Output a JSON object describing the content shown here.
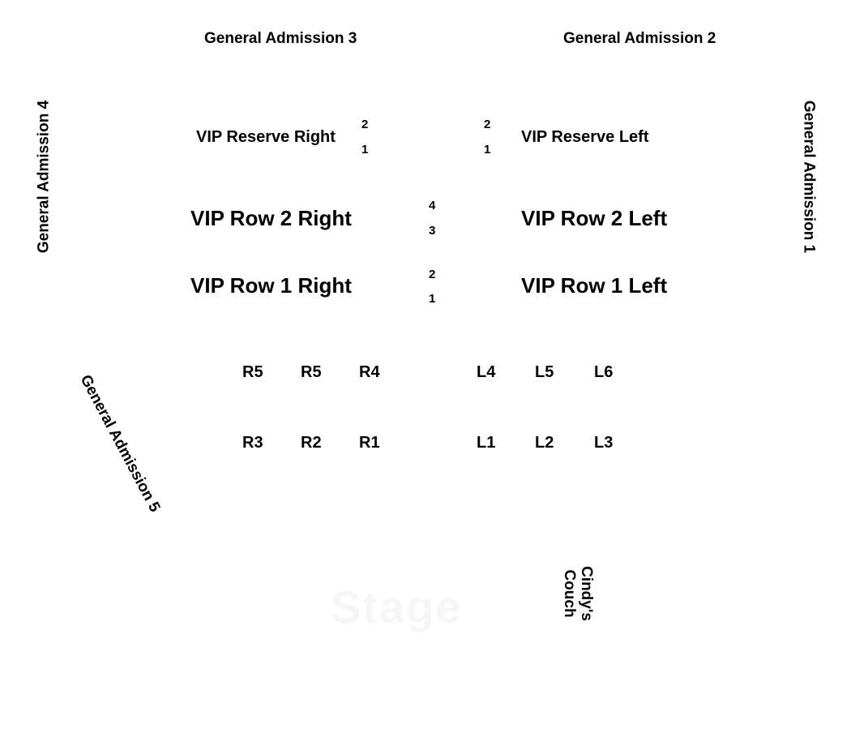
{
  "general_admission": {
    "ga1": "General Admission 1",
    "ga2": "General Admission 2",
    "ga3": "General Admission 3",
    "ga4": "General Admission 4",
    "ga5": "General Admission 5"
  },
  "vip_reserve": {
    "right": {
      "label": "VIP Reserve Right",
      "seat_top": "2",
      "seat_bottom": "1"
    },
    "left": {
      "label": "VIP Reserve Left",
      "seat_top": "2",
      "seat_bottom": "1"
    }
  },
  "vip_rows": {
    "row2_right": "VIP Row 2 Right",
    "row2_left": "VIP Row 2 Left",
    "row1_right": "VIP Row 1 Right",
    "row1_left": "VIP Row 1 Left",
    "center_numbers": [
      "4",
      "3",
      "2",
      "1"
    ]
  },
  "seats": {
    "back_right": [
      "R5",
      "R5",
      "R4"
    ],
    "back_left": [
      "L4",
      "L5",
      "L6"
    ],
    "front_right": [
      "R3",
      "R2",
      "R1"
    ],
    "front_left": [
      "L1",
      "L2",
      "L3"
    ]
  },
  "couch": {
    "line1": "Cindy's",
    "line2": "Couch"
  },
  "stage": {
    "label": "Stage"
  }
}
